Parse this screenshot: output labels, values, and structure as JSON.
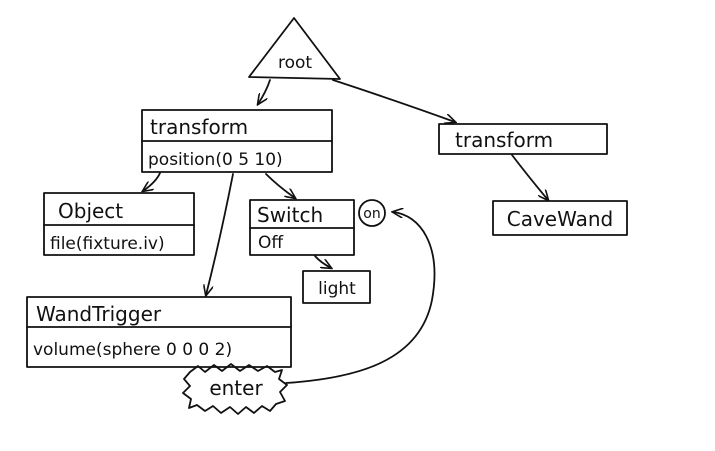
{
  "nodes": {
    "root": {
      "label": "root"
    },
    "transform_left": {
      "title": "transform",
      "field": "position(0 5 10)"
    },
    "transform_right": {
      "title": "transform"
    },
    "object": {
      "title": "Object",
      "field": "file(fixture.iv)"
    },
    "switch": {
      "title": "Switch",
      "field": "Off"
    },
    "switch_state": {
      "label": "on"
    },
    "light": {
      "label": "light"
    },
    "wand_trigger": {
      "title": "WandTrigger",
      "field": "volume(sphere 0 0 0 2)"
    },
    "enter_event": {
      "label": "enter"
    },
    "cave_wand": {
      "label": "CaveWand"
    }
  },
  "colors": {
    "ink": "#111111",
    "background": "#ffffff"
  }
}
